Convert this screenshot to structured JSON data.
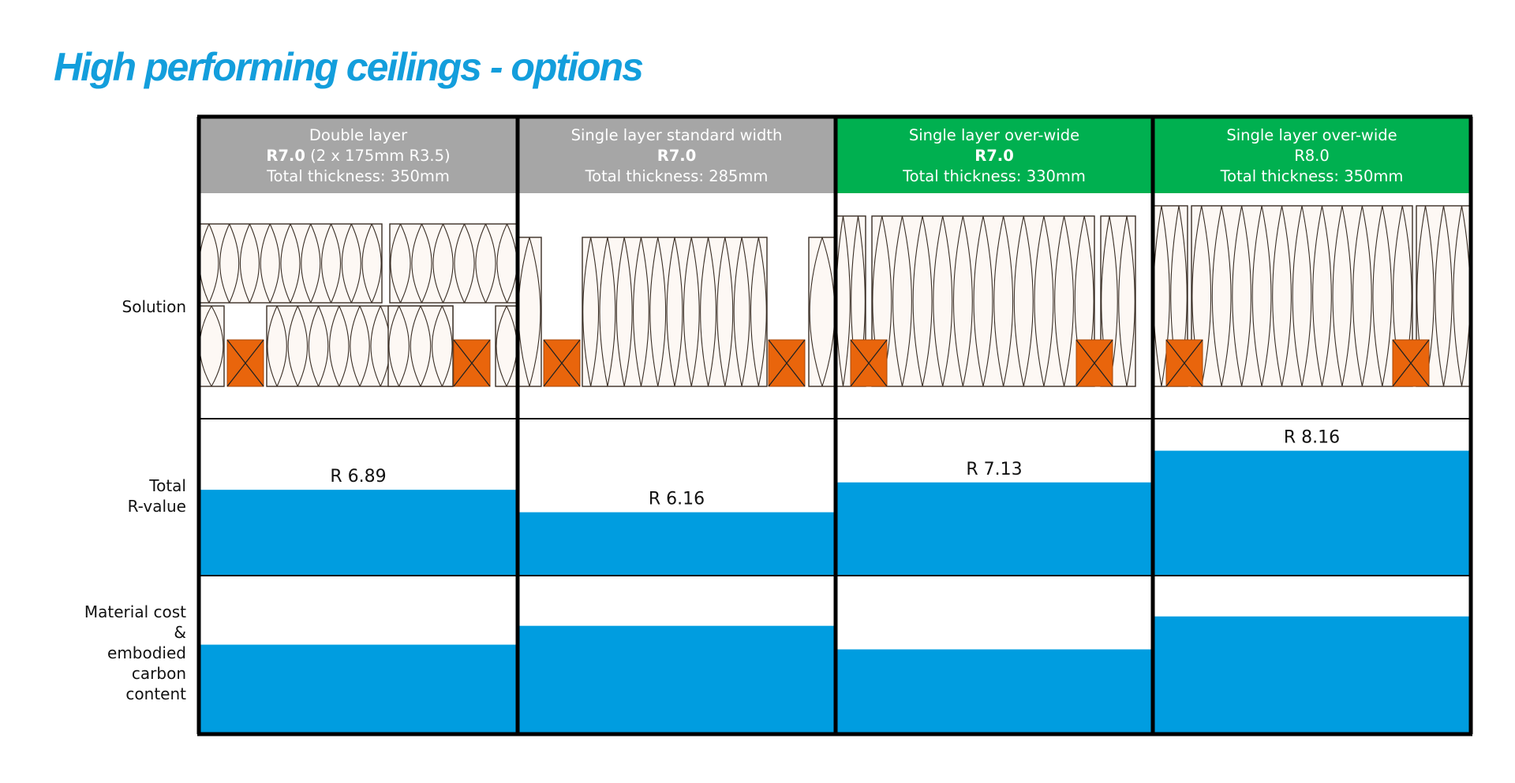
{
  "title": "High performing ceilings - options",
  "row_labels": {
    "solution": "Solution",
    "rvalue": [
      "Total",
      "R-value"
    ],
    "cost": [
      "Material cost",
      "&",
      "embodied",
      "carbon",
      "content"
    ]
  },
  "colors": {
    "title": "#139edc",
    "header_grey": "#a6a6a6",
    "header_green": "#00b050",
    "bar_blue": "#009de0",
    "joist_orange": "#e9650c",
    "border": "#000000"
  },
  "options": [
    {
      "header_lines": [
        "Double layer",
        "R7.0 (2 x 175mm R3.5)",
        "Total thickness: 350mm"
      ],
      "header_bold_prefix": [
        "",
        "R7.0",
        ""
      ],
      "header_color": "grey"
    },
    {
      "header_lines": [
        "Single layer standard width",
        "R7.0",
        "Total thickness: 285mm"
      ],
      "header_bold_prefix": [
        "",
        "R7.0",
        ""
      ],
      "header_color": "grey"
    },
    {
      "header_lines": [
        "Single layer over-wide",
        "R7.0",
        "Total thickness: 330mm"
      ],
      "header_bold_prefix": [
        "",
        "R7.0",
        ""
      ],
      "header_color": "green"
    },
    {
      "header_lines": [
        "Single layer over-wide",
        "R8.0",
        "Total thickness: 350mm"
      ],
      "header_bold_prefix": [
        "",
        "",
        ""
      ],
      "header_color": "green"
    }
  ],
  "chart_data": [
    {
      "type": "bar",
      "categories": [
        "Double layer",
        "Single layer standard width",
        "Single layer over-wide R7.0",
        "Single layer over-wide R8.0"
      ],
      "values": [
        6.89,
        6.16,
        7.13,
        8.16
      ],
      "data_labels": [
        "R 6.89",
        "R 6.16",
        "R 7.13",
        "R 8.16"
      ],
      "ylabel": "Total R-value",
      "ylim": [
        4.1,
        9.2
      ]
    },
    {
      "type": "bar",
      "categories": [
        "Double layer",
        "Single layer standard width",
        "Single layer over-wide R7.0",
        "Single layer over-wide R8.0"
      ],
      "values": [
        0.56,
        0.68,
        0.53,
        0.74
      ],
      "ylabel": "Material cost & embodied carbon content",
      "ylim": [
        0,
        1
      ]
    }
  ]
}
